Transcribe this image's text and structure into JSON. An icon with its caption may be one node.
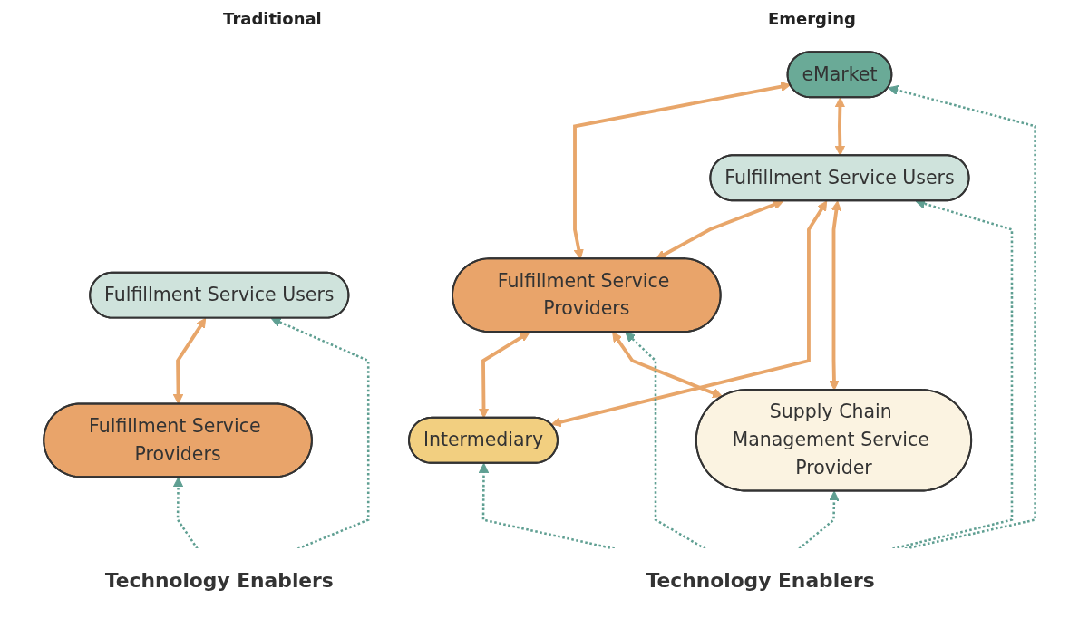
{
  "diagram": {
    "nodes": [
      {
        "text": [
          "Fulfillment Service Providers"
        ]
      },
      {
        "text": [
          "Fulfillment Service Users"
        ]
      },
      {
        "text": [
          "Technology Enablers"
        ]
      },
      {
        "text": [
          "eMarket"
        ]
      },
      {
        "text": [
          "Fulfillment Service Providers"
        ]
      },
      {
        "text": [
          "Fulfillment Service Users"
        ]
      },
      {
        "text": [
          "Intermediary"
        ]
      },
      {
        "text": [
          "Supply Chain Management Service Provider"
        ]
      },
      {
        "text": [
          "Technology Enablers"
        ]
      }
    ],
    "edges": [
      {
        "from": 0,
        "to": 1,
        "arrow": "both"
      },
      {
        "from": 2,
        "to": 0,
        "arrow": "to",
        "style": "dashed",
        "color": "#5f9f92"
      },
      {
        "from": 2,
        "to": 1,
        "arrow": "to",
        "style": "dashed",
        "color": "#5f9f92"
      },
      {
        "from": 4,
        "to": 3,
        "arrow": "both"
      },
      {
        "from": 5,
        "to": 3,
        "arrow": "both"
      },
      {
        "from": 4,
        "to": 5,
        "arrow": "both"
      },
      {
        "from": 6,
        "to": 4,
        "arrow": "both"
      },
      {
        "from": 6,
        "to": 5,
        "arrow": "both"
      },
      {
        "from": 7,
        "to": 4,
        "arrow": "both"
      },
      {
        "from": 7,
        "to": 5,
        "arrow": "both"
      },
      {
        "from": 8,
        "to": 3,
        "arrow": "to",
        "style": "dashed",
        "color": "#5f9f92"
      },
      {
        "from": 8,
        "to": 4,
        "arrow": "to",
        "style": "dashed",
        "color": "#5f9f92"
      },
      {
        "from": 8,
        "to": 5,
        "arrow": "to",
        "style": "dashed",
        "color": "#5f9f92"
      },
      {
        "from": 8,
        "to": 6,
        "arrow": "to",
        "style": "dashed",
        "color": "#5f9f92"
      },
      {
        "from": 8,
        "to": 7,
        "arrow": "to",
        "style": "dashed",
        "color": "#5f9f92"
      }
    ],
    "labels": [
      "Traditional",
      "Emerging"
    ]
  }
}
